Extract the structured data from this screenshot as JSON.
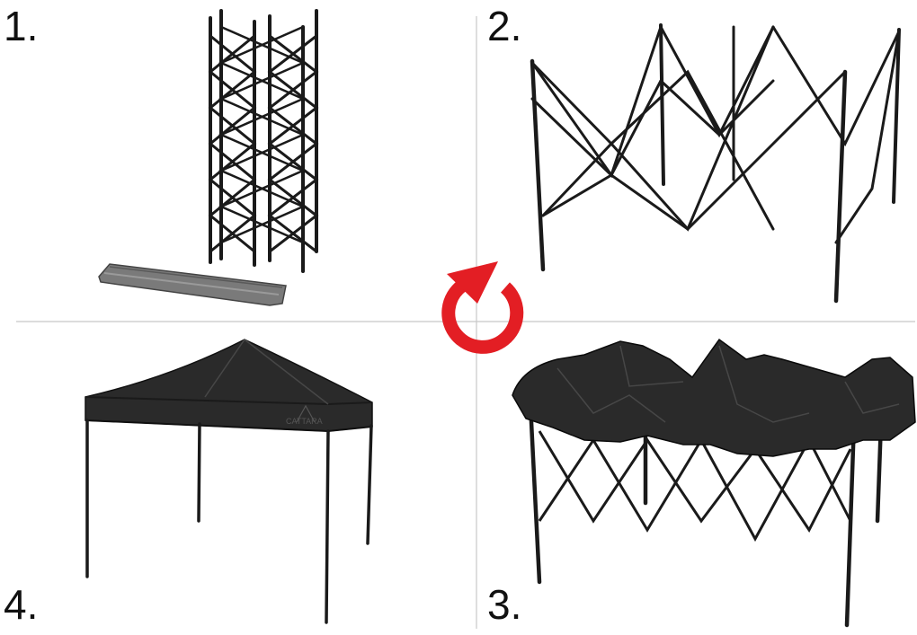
{
  "steps": [
    {
      "label": "1."
    },
    {
      "label": "2."
    },
    {
      "label": "3."
    },
    {
      "label": "4."
    }
  ],
  "canopy_brand": "CATTARA",
  "icons": {
    "center": "rotate-clockwise-arrow-icon"
  },
  "colors": {
    "frame": "#1a1a1a",
    "canopy": "#2a2a2a",
    "divider": "#c8c8c8",
    "arrow": "#e31e24",
    "bag": "#7a7a7a"
  }
}
